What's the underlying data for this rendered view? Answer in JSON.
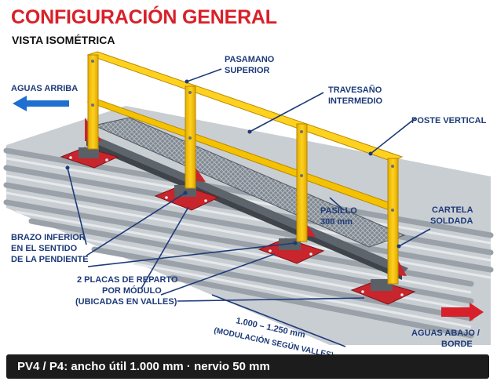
{
  "header": {
    "title": "CONFIGURACIÓN GENERAL",
    "subtitle": "VISTA ISOMÉTRICA"
  },
  "labels": {
    "upstream": "AGUAS ARRIBA",
    "downstream_line1": "AGUAS ABAJO /",
    "downstream_line2": "BORDE",
    "top_rail_line1": "PASAMANO",
    "top_rail_line2": "SUPERIOR",
    "mid_rail_line1": "TRAVESAÑO",
    "mid_rail_line2": "INTERMEDIO",
    "post": "POSTE VERTICAL",
    "lower_arm_line1": "BRAZO INFERIOR",
    "lower_arm_line2": "EN EL SENTIDO",
    "lower_arm_line3": "DE LA PENDIENTE",
    "plates_line1": "2 PLACAS DE REPARTO",
    "plates_line2": "POR MÓDULO",
    "plates_line3": "(UBICADAS EN VALLES)",
    "walkway_line1": "PASILLO",
    "walkway_line2": "300 mm",
    "gusset_line1": "CARTELA",
    "gusset_line2": "SOLDADA",
    "module_line1": "1.000 – 1.250 mm",
    "module_line2": "(MODULACIÓN SEGÚN VALLES)"
  },
  "footer": {
    "spec": "PV4 / P4: ancho útil 1.000 mm · nervio 50 mm"
  },
  "colors": {
    "title_red": "#d8202a",
    "label_blue": "#1d3a78",
    "rail_yellow": "#f4c200",
    "plate_red": "#c9252c",
    "roof_gray": "#c9ced3",
    "arrow_blue": "#1f6fd1",
    "arrow_red": "#d8202a",
    "footer_bg": "#1c1c1c"
  }
}
